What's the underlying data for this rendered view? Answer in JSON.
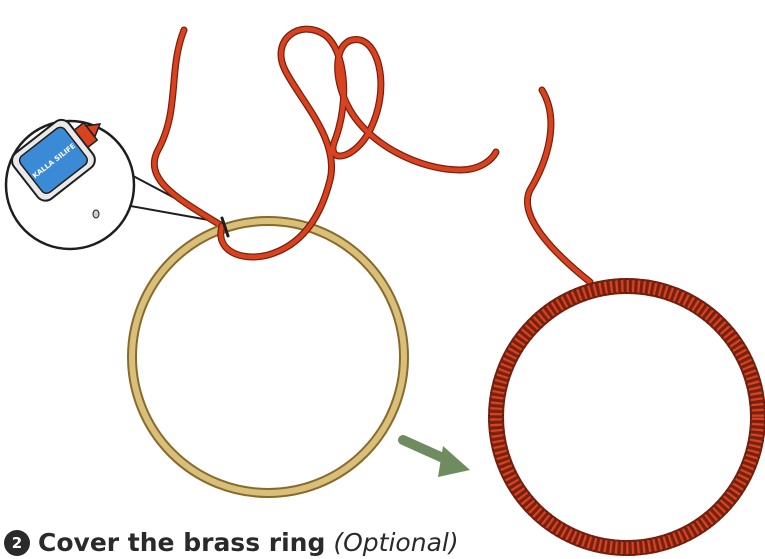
{
  "illustration": {
    "glue_bottle_label": "KALLA SILIFE",
    "colors": {
      "cord": "#d8421f",
      "cord_shadow": "#7a1f0d",
      "brass": "#d8bf7a",
      "brass_shadow": "#8a6a2a",
      "arrow": "#6f8b60",
      "bottle_cap": "#3a8ad6"
    },
    "icons": [
      "glue-bottle-icon",
      "arrow-right-icon"
    ]
  },
  "step": {
    "number": "2",
    "title": "Cover the brass ring",
    "note": "(Optional)"
  }
}
